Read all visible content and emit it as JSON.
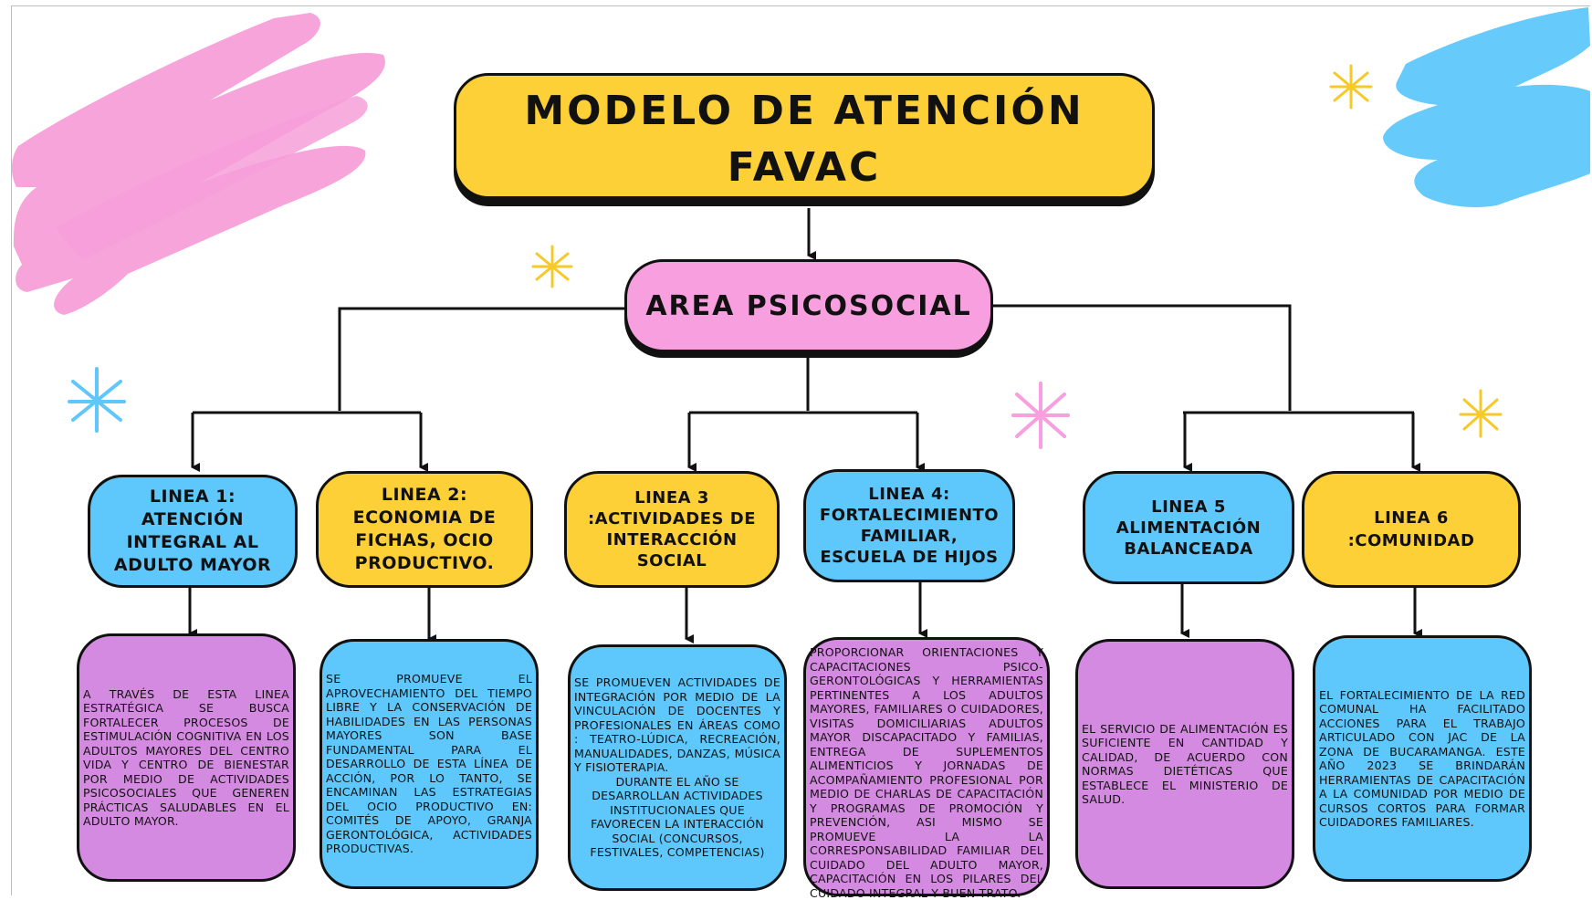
{
  "title": "MODELO DE ATENCIÓN FAVAC",
  "area": "AREA PSICOSOCIAL",
  "lines": [
    {
      "label": "LINEA 1: ATENCIÓN INTEGRAL AL ADULTO MAYOR",
      "description": "A TRAVÉS DE ESTA LINEA ESTRATÉGICA SE BUSCA FORTALECER PROCESOS DE ESTIMULACIÓN COGNITIVA EN LOS ADULTOS MAYORES DEL CENTRO VIDA Y CENTRO DE BIENESTAR POR MEDIO DE ACTIVIDADES PSICOSOCIALES QUE GENEREN PRÁCTICAS SALUDABLES EN EL ADULTO MAYOR."
    },
    {
      "label": "LINEA 2: ECONOMIA DE FICHAS, OCIO PRODUCTIVO.",
      "description": "SE PROMUEVE EL APROVECHAMIENTO DEL TIEMPO LIBRE Y LA CONSERVACIÓN DE HABILIDADES EN LAS PERSONAS MAYORES SON BASE FUNDAMENTAL PARA EL DESARROLLO DE ESTA LÍNEA DE ACCIÓN, POR LO TANTO, SE ENCAMINAN LAS ESTRATEGIAS DEL OCIO PRODUCTIVO EN: COMITÉS DE APOYO, GRANJA GERONTOLÓGICA, ACTIVIDADES PRODUCTIVAS."
    },
    {
      "label": "LINEA 3 :ACTIVIDADES DE INTERACCIÓN SOCIAL",
      "description": "SE PROMUEVEN ACTIVIDADES DE INTEGRACIÓN POR MEDIO DE LA VINCULACIÓN DE DOCENTES Y PROFESIONALES EN ÁREAS COMO : TEATRO-LÚDICA, RECREACIÓN, MANUALIDADES, DANZAS, MÚSICA Y FISIOTERAPIA.",
      "description2": "DURANTE EL AÑO SE DESARROLLAN ACTIVIDADES INSTITUCIONALES QUE FAVORECEN LA INTERACCIÓN SOCIAL (CONCURSOS, FESTIVALES, COMPETENCIAS)"
    },
    {
      "label": "LINEA 4: FORTALECIMIENTO FAMILIAR, ESCUELA DE HIJOS",
      "description": "PROPORCIONAR ORIENTACIONES Y CAPACITACIONES PSICO-GERONTOLÓGICAS Y HERRAMIENTAS PERTINENTES A LOS ADULTOS MAYORES, FAMILIARES O CUIDADORES, VISITAS DOMICILIARIAS ADULTOS MAYOR DISCAPACITADO Y FAMILIAS, ENTREGA DE SUPLEMENTOS ALIMENTICIOS Y JORNADAS DE ACOMPAÑAMIENTO PROFESIONAL POR MEDIO DE CHARLAS DE CAPACITACIÓN Y PROGRAMAS DE PROMOCIÓN Y PREVENCIÓN, ASI MISMO SE PROMUEVE LA LA CORRESPONSABILIDAD FAMILIAR DEL CUIDADO DEL ADULTO MAYOR, CAPACITACIÓN EN LOS PILARES DEL CUIDADO INTEGRAL Y BUEN TRATO."
    },
    {
      "label": "LINEA 5 ALIMENTACIÓN BALANCEADA",
      "description": "EL SERVICIO DE ALIMENTACIÓN ES SUFICIENTE EN CANTIDAD Y CALIDAD, DE ACUERDO CON NORMAS DIETÉTICAS QUE ESTABLECE EL MINISTERIO DE SALUD."
    },
    {
      "label": "LINEA 6 :COMUNIDAD",
      "description": "EL FORTALECIMIENTO DE LA RED COMUNAL HA FACILITADO ACCIONES PARA EL TRABAJO ARTICULADO CON JAC DE LA ZONA DE BUCARAMANGA. ESTE AÑO 2023 SE BRINDARÁN HERRAMIENTAS DE CAPACITACIÓN A LA COMUNIDAD POR MEDIO DE CURSOS CORTOS PARA FORMAR CUIDADORES FAMILIARES."
    }
  ],
  "colors": {
    "yellow": "#fdd037",
    "blue": "#5ec7fb",
    "pink": "#f79fdf",
    "purple": "#d48ae0",
    "outline": "#111111"
  }
}
